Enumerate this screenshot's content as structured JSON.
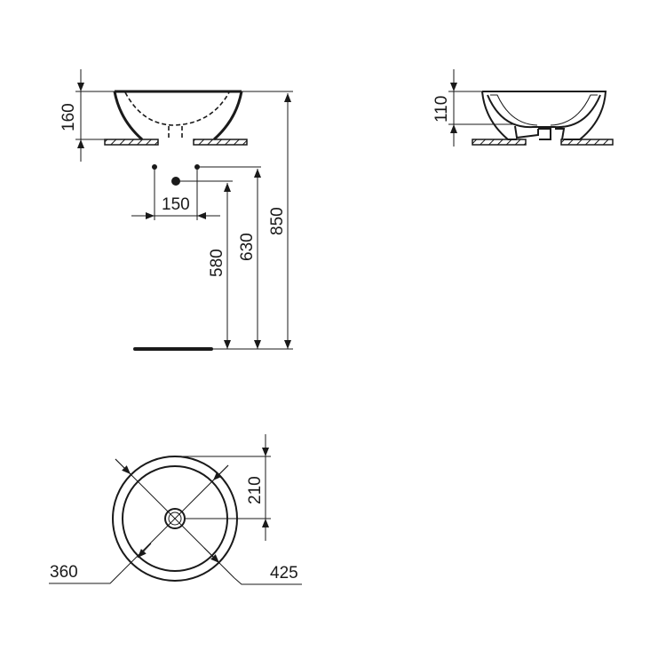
{
  "drawing": {
    "title": "Vessel washbasin technical drawing",
    "colors": {
      "line": "#1a1a1a",
      "background": "#ffffff"
    },
    "side_view": {
      "height_label": "160",
      "tap_spacing_label": "150",
      "waste_height_label": "580",
      "tap_height_label": "630",
      "rim_height_label": "850"
    },
    "section_view": {
      "bowl_depth_label": "110"
    },
    "plan_view": {
      "waste_offset_label": "210",
      "inner_diameter_label": "360",
      "outer_diameter_label": "425"
    }
  }
}
